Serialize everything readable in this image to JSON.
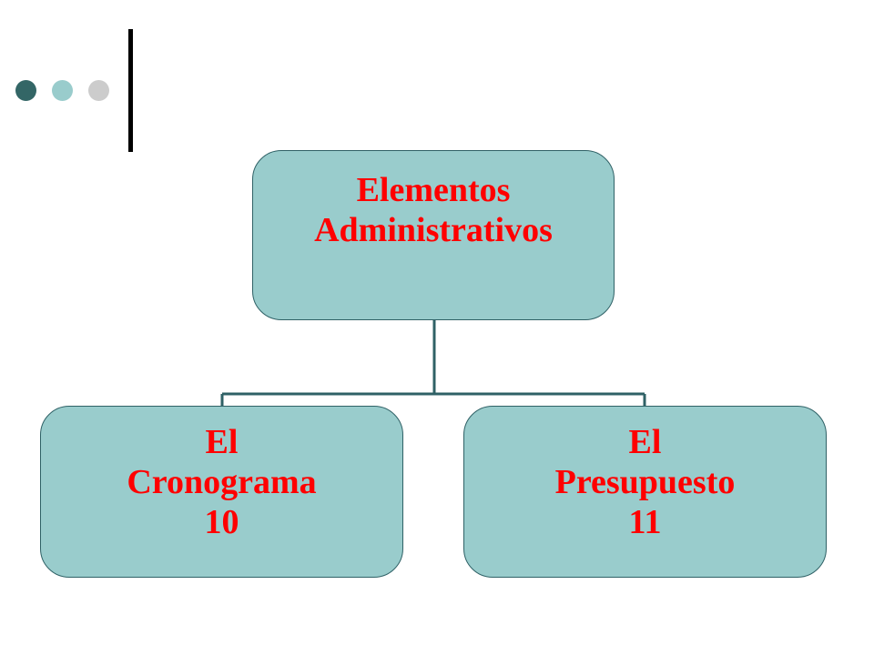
{
  "colors": {
    "dot_1": "#336666",
    "dot_2": "#99cccc",
    "dot_3": "#cccccc",
    "box_fill": "#99cccc",
    "box_border": "#2f6166",
    "connector": "#2f6166",
    "text": "#ff0000",
    "bar": "#000000"
  },
  "diagram": {
    "root": {
      "line1": "Elementos",
      "line2": "Administrativos"
    },
    "children": [
      {
        "line1": "El",
        "line2": "Cronograma",
        "line3": "10"
      },
      {
        "line1": "El",
        "line2": "Presupuesto",
        "line3": "11"
      }
    ]
  }
}
